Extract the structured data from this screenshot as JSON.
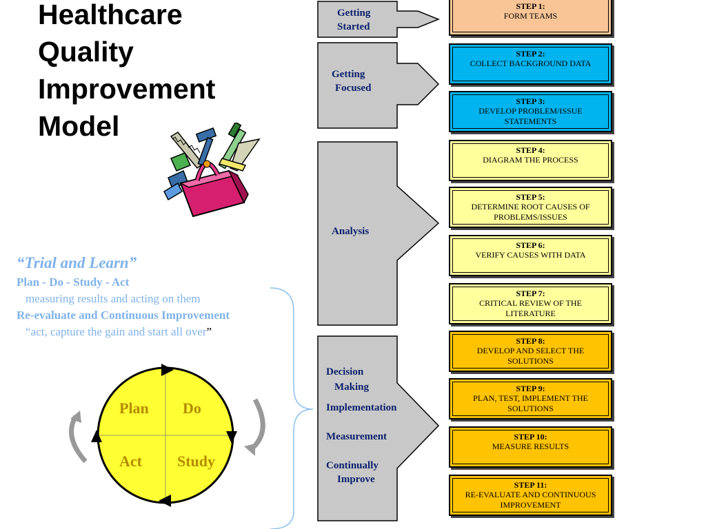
{
  "title": {
    "lines": [
      "Healthcare",
      "Quality",
      "Improvement",
      "Model"
    ]
  },
  "trial": {
    "heading": "“Trial and Learn”",
    "line1": "Plan - Do - Study - Act",
    "line2": "measuring results and acting on them",
    "line3": "Re-evaluate and Continuous Improvement",
    "line4a": "“act, capture the gain and start all over",
    "line4b": "”"
  },
  "pdsa": {
    "plan": "Plan",
    "do": "Do",
    "act": "Act",
    "study": "Study"
  },
  "phases": [
    {
      "lines": [
        "Getting",
        "Started"
      ]
    },
    {
      "lines": [
        "Getting",
        "Focused"
      ]
    },
    {
      "lines": [
        "Analysis"
      ]
    },
    {
      "lines": [
        "Decision",
        "Making",
        "Implementation",
        "Measurement",
        "Continually",
        "Improve"
      ]
    }
  ],
  "steps": [
    {
      "num": "STEP 1:",
      "text": "FORM TEAMS",
      "color": "#f9c596"
    },
    {
      "num": "STEP 2:",
      "text": "COLLECT BACKGROUND DATA",
      "color": "#00b4f0"
    },
    {
      "num": "STEP 3:",
      "text": "DEVELOP PROBLEM/ISSUE STATEMENTS",
      "color": "#00b4f0"
    },
    {
      "num": "STEP 4:",
      "text": "DIAGRAM THE PROCESS",
      "color": "#ffff9c"
    },
    {
      "num": "STEP 5:",
      "text": "DETERMINE ROOT CAUSES OF PROBLEMS/ISSUES",
      "color": "#ffff9c"
    },
    {
      "num": "STEP 6:",
      "text": "VERIFY CAUSES WITH DATA",
      "color": "#ffff9c"
    },
    {
      "num": "STEP 7:",
      "text": "CRITICAL REVIEW OF THE LITERATURE",
      "color": "#ffff9c"
    },
    {
      "num": "STEP 8:",
      "text": "DEVELOP AND SELECT THE SOLUTIONS",
      "color": "#ffc300"
    },
    {
      "num": "STEP 9:",
      "text": "PLAN, TEST, IMPLEMENT THE SOLUTIONS",
      "color": "#ffc300"
    },
    {
      "num": "STEP 10:",
      "text": "MEASURE RESULTS",
      "color": "#ffc300"
    },
    {
      "num": "STEP 11:",
      "text": "RE-EVALUATE AND CONTINUOUS IMPROVEMENT",
      "color": "#ffc300"
    }
  ],
  "colors": {
    "phase_fill": "#c8c8c8",
    "cycle_fill": "#ffff33",
    "subtitle_blue": "#7fb2ea",
    "phase_text": "#0b1f6d",
    "pdsa_text": "#b58b00"
  },
  "icons": [
    "toolbox-icon",
    "cycle-arrow-icon",
    "brace-icon"
  ]
}
